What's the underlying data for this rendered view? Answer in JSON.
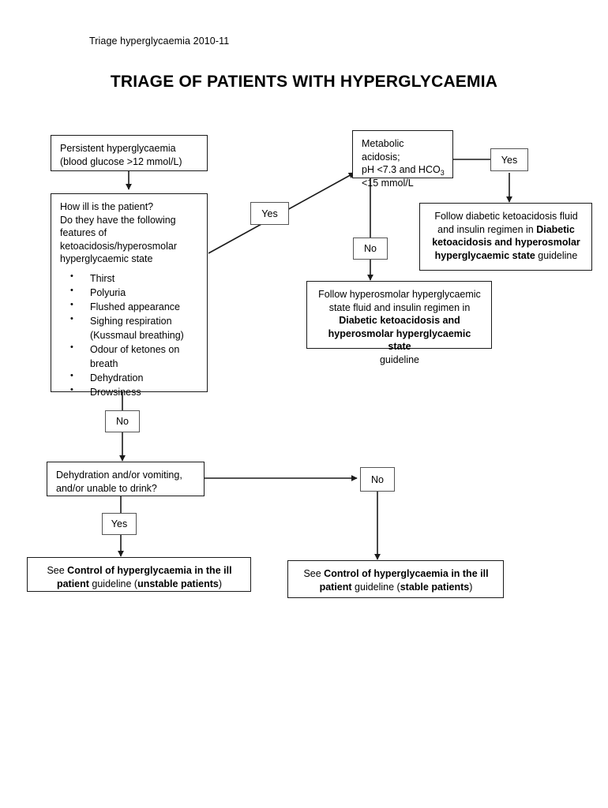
{
  "header": {
    "note": "Triage hyperglycaemia 2010-11",
    "title": "TRIAGE OF PATIENTS WITH HYPERGLYCAEMIA"
  },
  "nodes": {
    "persistent": {
      "line1": "Persistent hyperglycaemia",
      "line2": "(blood glucose >12 mmol/L)"
    },
    "how_ill": {
      "line1": "How ill is the patient?",
      "line2": "Do they have the following",
      "line3": "features of",
      "line4": "ketoacidosis/hyperosmolar",
      "line5": "hyperglycaemic state",
      "bullets": [
        "Thirst",
        "Polyuria",
        "Flushed appearance",
        "Sighing respiration",
        "(Kussmaul breathing)",
        "Odour of ketones on breath",
        "Dehydration",
        "Drowsiness"
      ]
    },
    "acidosis": {
      "line1": "Metabolic acidosis;",
      "line2_a": "pH <7.3 and HCO",
      "line2_sub": "3",
      "line3": "<15 mmol/L"
    },
    "dka_guideline": {
      "t1": "Follow diabetic ketoacidosis fluid",
      "t2": "and insulin regimen in ",
      "t2_bold": "Diabetic",
      "t3_bold": "ketoacidosis and hyperosmolar",
      "t4_bold": "hyperglycaemic state",
      "t4_rest": " guideline"
    },
    "hhs_guideline": {
      "t1": "Follow hyperosmolar hyperglycaemic",
      "t2": "state fluid and insulin regimen in",
      "t3_bold": "Diabetic ketoacidosis and",
      "t4_bold": "hyperosmolar hyperglycaemic state",
      "t5": "guideline"
    },
    "dehydration": {
      "line1": "Dehydration and/or vomiting,",
      "line2": "and/or unable to drink?"
    },
    "unstable": {
      "t1": "See ",
      "t1_bold": "Control of hyperglycaemia in the ill",
      "t2_bold": "patient",
      "t2_mid": " guideline (",
      "t2_bold2": "unstable patients",
      "t2_end": ")"
    },
    "stable": {
      "t1": "See ",
      "t1_bold": "Control of hyperglycaemia in the ill",
      "t2_bold": "patient",
      "t2_mid": " guideline (",
      "t2_bold2": "stable patients",
      "t2_end": ")"
    }
  },
  "labels": {
    "yes_to_acidosis": "Yes",
    "yes_acidosis_right": "Yes",
    "no_acidosis_down": "No",
    "no_how_ill": "No",
    "yes_dehydration": "Yes",
    "no_dehydration": "No"
  },
  "colors": {
    "stroke": "#1a1a1a",
    "label_stroke": "#555555",
    "background": "#ffffff",
    "text": "#000000"
  }
}
